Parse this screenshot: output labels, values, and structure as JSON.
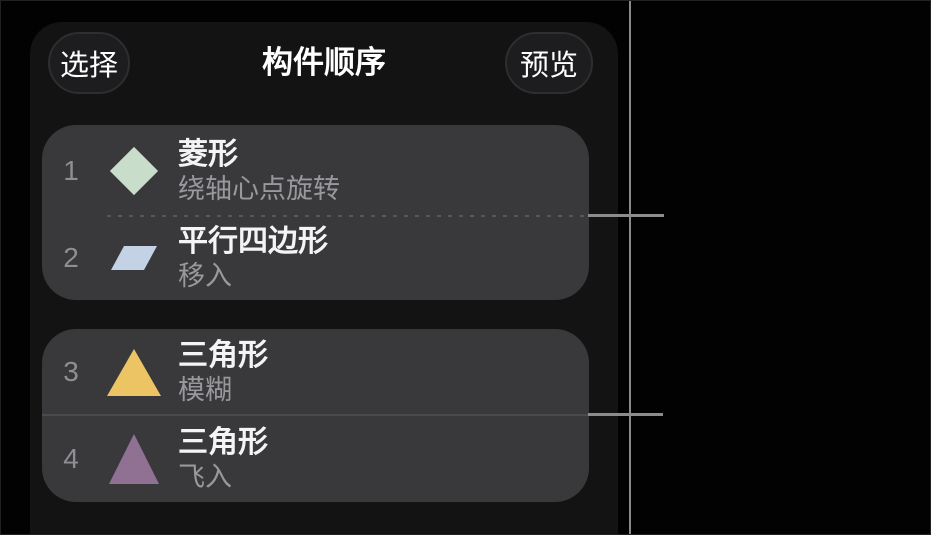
{
  "panel": {
    "title": "构件顺序",
    "select_button": "选择",
    "preview_button": "预览"
  },
  "items": [
    {
      "number": "1",
      "title": "菱形",
      "subtitle": "绕轴心点旋转",
      "shape": "diamond",
      "color": "#c9ddcb"
    },
    {
      "number": "2",
      "title": "平行四边形",
      "subtitle": "移入",
      "shape": "parallelogram",
      "color": "#c3d2e4"
    },
    {
      "number": "3",
      "title": "三角形",
      "subtitle": "模糊",
      "shape": "triangle",
      "color": "#ecc464"
    },
    {
      "number": "4",
      "title": "三角形",
      "subtitle": "飞入",
      "shape": "triangle",
      "color": "#907193"
    }
  ],
  "annotations": {
    "callout_line_color": "#8c8c8c",
    "screen_edge_line_color": "#8a8a8a"
  }
}
